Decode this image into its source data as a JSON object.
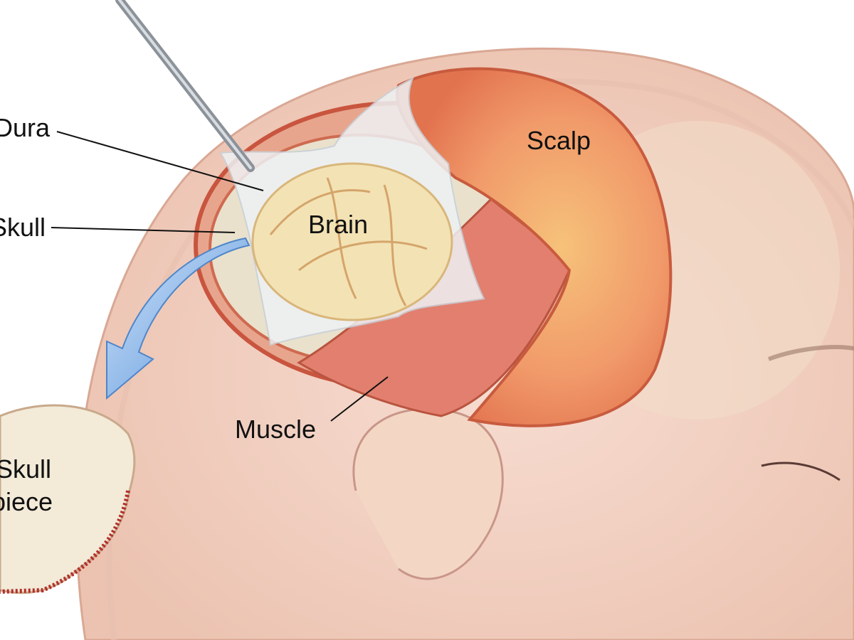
{
  "title": "Craniotomy illustration",
  "labels": {
    "dura": "Dura",
    "skull": "Skull",
    "brain": "Brain",
    "scalp": "Scalp",
    "muscle": "Muscle",
    "skull_piece_line1": "Skull",
    "skull_piece_line2": "piece"
  },
  "colors": {
    "skin": "#f3d2c4",
    "scalp": "#f08a5f",
    "muscle": "#e07c6c",
    "brain": "#f3e2b4",
    "bone": "#f3ead8",
    "arrow": "#7fb0e6"
  }
}
